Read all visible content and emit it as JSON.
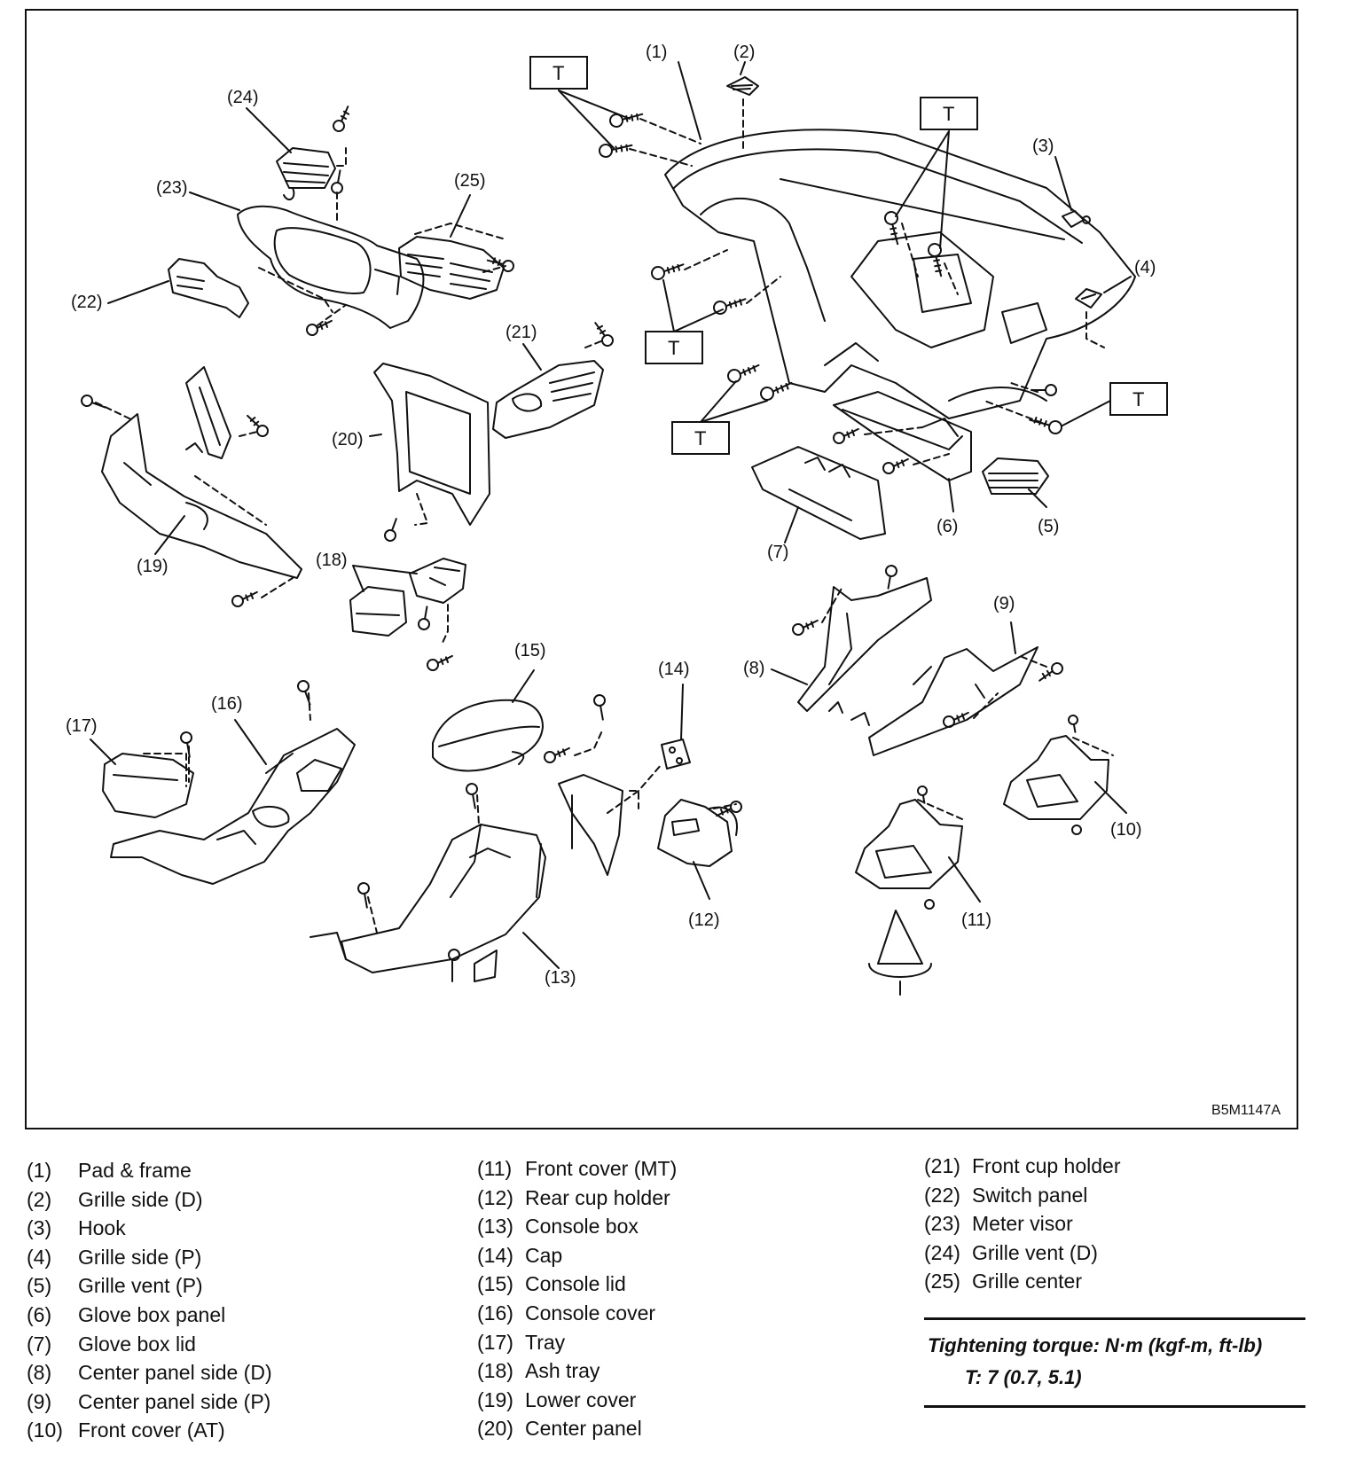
{
  "figure_code": "B5M1147A",
  "torque_marker": "T",
  "callouts": [
    "(1)",
    "(2)",
    "(3)",
    "(4)",
    "(5)",
    "(6)",
    "(7)",
    "(8)",
    "(9)",
    "(10)",
    "(11)",
    "(12)",
    "(13)",
    "(14)",
    "(15)",
    "(16)",
    "(17)",
    "(18)",
    "(19)",
    "(20)",
    "(21)",
    "(22)",
    "(23)",
    "(24)",
    "(25)"
  ],
  "legend": {
    "col1": [
      {
        "num": "(1)",
        "name": "Pad & frame"
      },
      {
        "num": "(2)",
        "name": "Grille side (D)"
      },
      {
        "num": "(3)",
        "name": "Hook"
      },
      {
        "num": "(4)",
        "name": "Grille side (P)"
      },
      {
        "num": "(5)",
        "name": "Grille vent (P)"
      },
      {
        "num": "(6)",
        "name": "Glove box panel"
      },
      {
        "num": "(7)",
        "name": "Glove box lid"
      },
      {
        "num": "(8)",
        "name": "Center panel side (D)"
      },
      {
        "num": "(9)",
        "name": "Center panel side (P)"
      },
      {
        "num": "(10)",
        "name": "Front cover (AT)"
      }
    ],
    "col2": [
      {
        "num": "(11)",
        "name": "Front cover (MT)"
      },
      {
        "num": "(12)",
        "name": "Rear cup holder"
      },
      {
        "num": "(13)",
        "name": "Console box"
      },
      {
        "num": "(14)",
        "name": "Cap"
      },
      {
        "num": "(15)",
        "name": "Console lid"
      },
      {
        "num": "(16)",
        "name": "Console cover"
      },
      {
        "num": "(17)",
        "name": "Tray"
      },
      {
        "num": "(18)",
        "name": "Ash tray"
      },
      {
        "num": "(19)",
        "name": "Lower cover"
      },
      {
        "num": "(20)",
        "name": "Center panel"
      }
    ],
    "col3": [
      {
        "num": "(21)",
        "name": "Front cup holder"
      },
      {
        "num": "(22)",
        "name": "Switch panel"
      },
      {
        "num": "(23)",
        "name": "Meter visor"
      },
      {
        "num": "(24)",
        "name": "Grille vent (D)"
      },
      {
        "num": "(25)",
        "name": "Grille center"
      }
    ]
  },
  "torque": {
    "title": "Tightening torque: N·m (kgf-m, ft-lb)",
    "value": "T: 7 (0.7, 5.1)"
  }
}
